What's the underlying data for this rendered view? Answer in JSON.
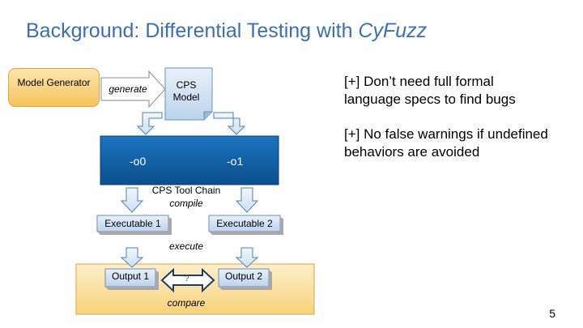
{
  "slide": {
    "title_plain": "Background: Differential Testing with ",
    "title_italic": "CyFuzz",
    "page_number": "5"
  },
  "diagram": {
    "model_generator": "Model Generator",
    "generate": "generate",
    "cps_model": "CPS Model",
    "opt0": "-o0",
    "opt1": "-o1",
    "toolchain": "CPS Tool Chain",
    "compile": "compile",
    "exe1": "Executable 1",
    "exe2": "Executable 2",
    "execute": "execute",
    "out1": "Output 1",
    "out2": "Output 2",
    "question": "?",
    "compare": "compare"
  },
  "notes": {
    "point1_line1": "[+] Don’t need full formal",
    "point1_line2": "language specs to find bugs",
    "point2_line1": "[+] No false warnings if undefined",
    "point2_line2": "behaviors are avoided"
  },
  "colors": {
    "title": "#3b6fb0",
    "box_dark": "#0f5c9e",
    "box_light": "#cfe0f3",
    "orange": "#f6c35c"
  }
}
